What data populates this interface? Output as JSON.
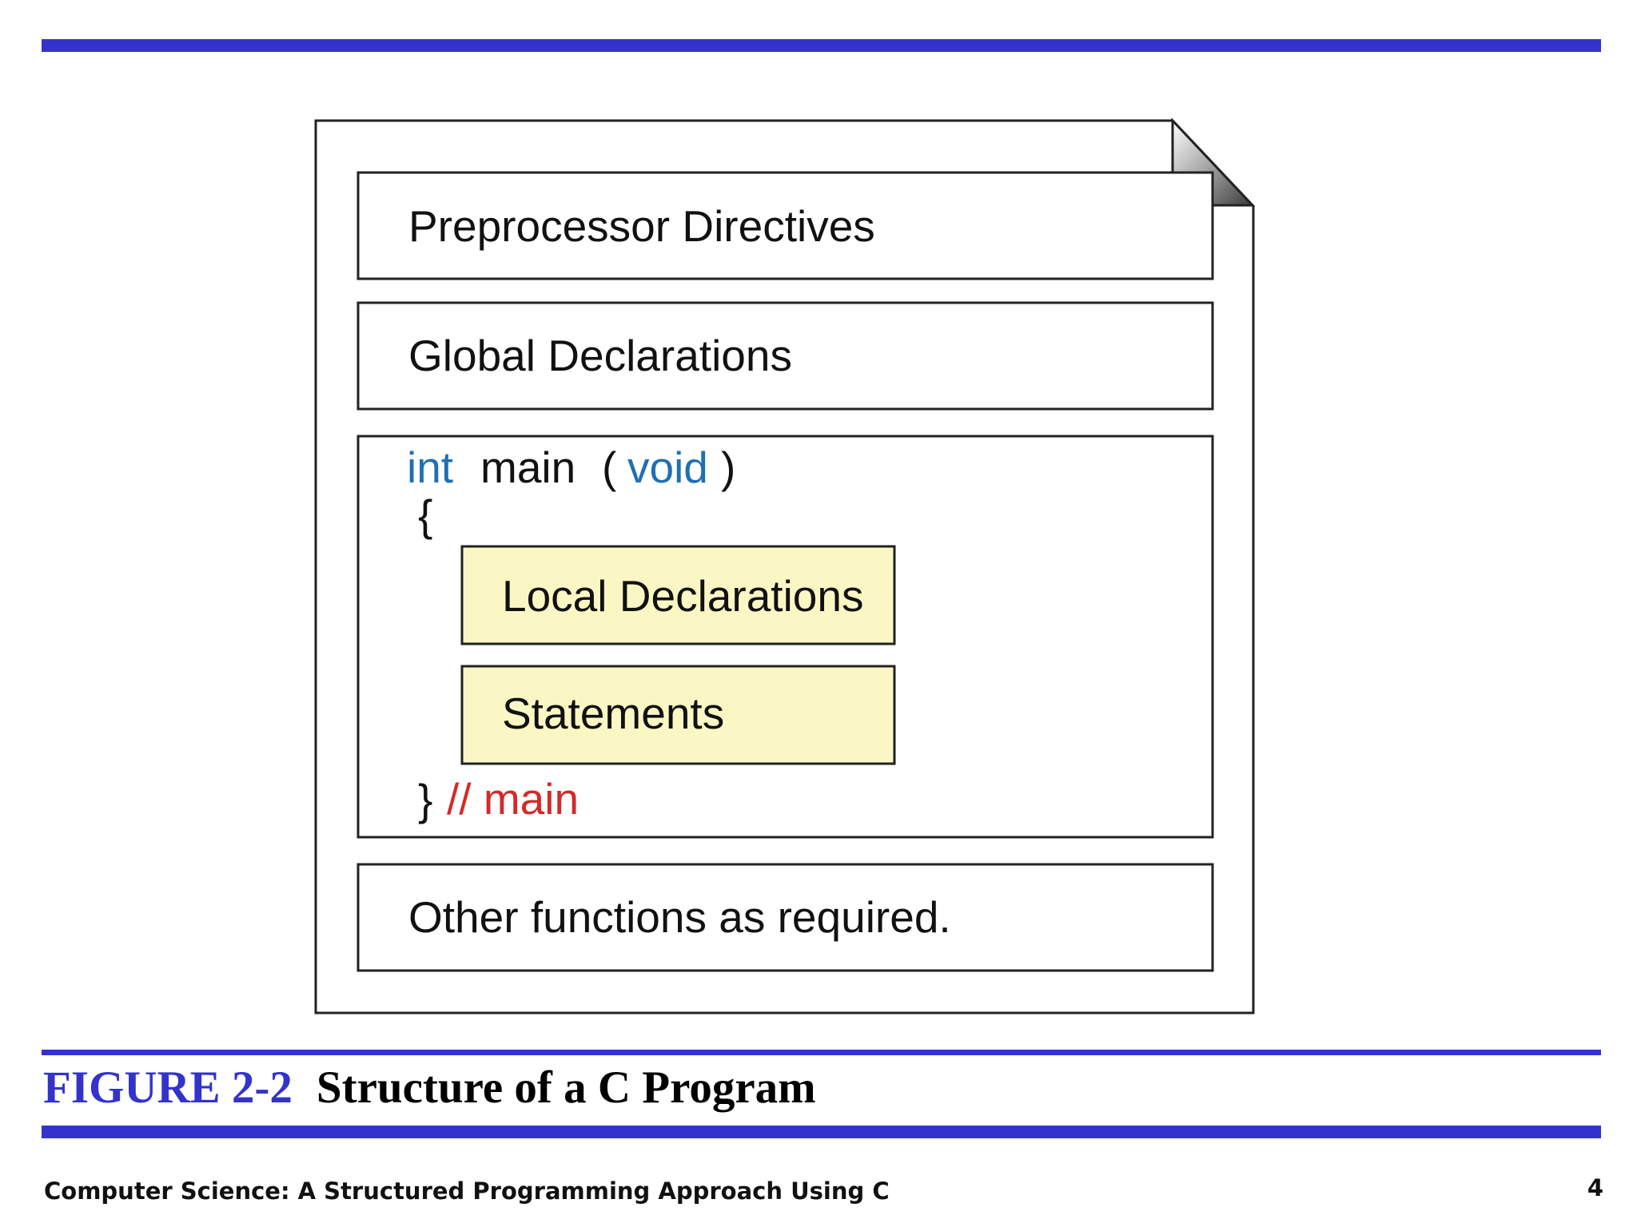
{
  "diagram": {
    "preprocessor_label": "Preprocessor Directives",
    "global_label": "Global Declarations",
    "main_signature": {
      "keyword_int": "int",
      "name": "main",
      "open_paren": "(",
      "keyword_void": "void",
      "close_paren": ")"
    },
    "open_brace": "{",
    "local_label": "Local Declarations",
    "statements_label": "Statements",
    "close_brace": "}",
    "closing_comment": "// main",
    "other_label": "Other functions as required."
  },
  "caption": {
    "number": "FIGURE 2-2",
    "title": "Structure of a C Program"
  },
  "footer": {
    "book_title": "Computer Science: A Structured Programming Approach Using C",
    "page_number": "4"
  },
  "colors": {
    "accent_rule": "#3333cc",
    "keyword_blue": "#1f6fb5",
    "comment_red": "#d42a2a",
    "highlight_box": "#fbf7c4"
  }
}
